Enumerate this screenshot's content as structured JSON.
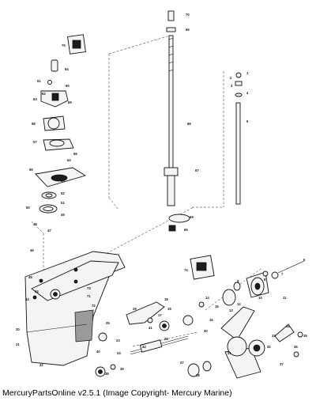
{
  "caption": "MercuryPartsOnline v2.5.1 (Image Copyright- Mercury Marine)",
  "callouts": [
    "70",
    "66",
    "75",
    "64",
    "68",
    "61",
    "60",
    "59",
    "58",
    "57",
    "56",
    "55",
    "54",
    "53",
    "52",
    "51",
    "50",
    "49",
    "48",
    "47",
    "46",
    "45",
    "44",
    "43",
    "65",
    "67",
    "69",
    "71",
    "72",
    "73",
    "74",
    "1",
    "2",
    "3",
    "4",
    "5",
    "6",
    "7",
    "8",
    "9",
    "10",
    "11",
    "12",
    "13",
    "14",
    "15",
    "16",
    "17",
    "18",
    "19",
    "20",
    "21",
    "22",
    "23",
    "24",
    "25",
    "26",
    "27",
    "28",
    "29",
    "30",
    "31",
    "32",
    "33",
    "34",
    "35",
    "36",
    "37",
    "38",
    "39",
    "40",
    "41",
    "42",
    "62",
    "63"
  ]
}
